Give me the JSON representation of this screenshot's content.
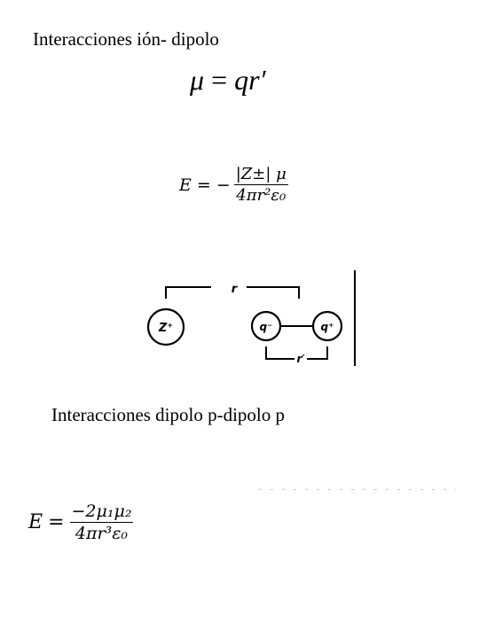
{
  "headings": {
    "ion_dipole": "Interacciones ión- dipolo",
    "dipole_dipole": "Interacciones dipolo p-dipolo p"
  },
  "eq_dipole_moment": {
    "lhs": "μ",
    "equals": "=",
    "rhs": "qr′"
  },
  "eq_ion_dipole": {
    "lhs": "E",
    "equals": "=",
    "sign": "−",
    "numerator": "|Z±| μ",
    "denominator": "4πr²ε₀"
  },
  "eq_dipole_dipole": {
    "lhs": "E",
    "equals": "=",
    "numerator": "−2μ₁μ₂",
    "denominator": "4πr³ε₀"
  },
  "diagram": {
    "ion_label": "Z⁺",
    "neg_charge_label": "q⁻",
    "pos_charge_label": "q⁺",
    "distance_label": "r",
    "dipole_length_label": "r′"
  }
}
